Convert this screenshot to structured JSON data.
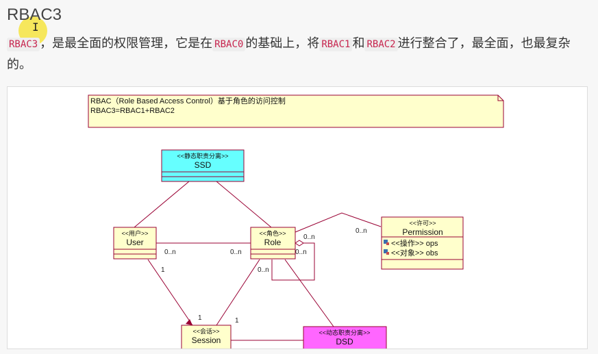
{
  "page": {
    "title": "RBAC3",
    "paragraph": {
      "code1": "RBAC3",
      "text1": "，是最全面的权限管理，它是在",
      "code2": "RBAC0",
      "text2": "的基础上，将",
      "code3": "RBAC1",
      "text3": "和",
      "code4": "RBAC2",
      "text4": "进行整合了，最全面，也最复杂的。"
    }
  },
  "diagram": {
    "note_line1": "RBAC（Role Based Access Control）基于角色的访问控制",
    "note_line2": "RBAC3=RBAC1+RBAC2",
    "ssd": {
      "stereotype": "<<静态职责分离>>",
      "name": "SSD"
    },
    "user": {
      "stereotype": "<<用户>>",
      "name": "User"
    },
    "role": {
      "stereotype": "<<角色>>",
      "name": "Role"
    },
    "permission": {
      "stereotype": "<<许可>>",
      "name": "Permission",
      "attr1": "<<操作>> ops",
      "attr2": "<<对象>> obs"
    },
    "session": {
      "stereotype": "<<会话>>",
      "name": "Session"
    },
    "dsd": {
      "stereotype": "<<动态职责分离>>",
      "name": "DSD"
    },
    "multiplicities": {
      "user_role_left": "0..n",
      "user_role_right": "0..n",
      "role_perm_left": "0..n",
      "role_perm_right": "0..n",
      "role_self": "0..n",
      "role_down": "0..n",
      "user_session": "1",
      "session_user": "1",
      "session_role": "1"
    },
    "colors": {
      "class_fill": "#ffffcc",
      "class_border": "#990033",
      "ssd_fill": "#66ffff",
      "dsd_fill": "#ff66ff",
      "note_fill": "#ffffcc"
    }
  }
}
